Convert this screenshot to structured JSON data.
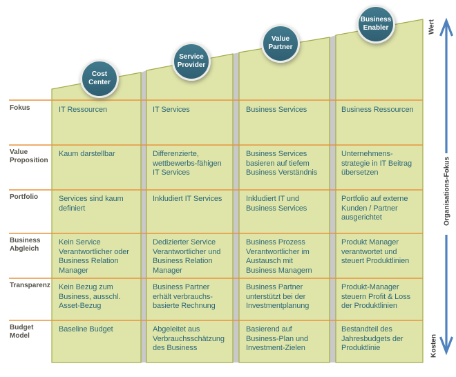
{
  "diagram": {
    "columns": [
      {
        "badge": "Cost\nCenter"
      },
      {
        "badge": "Service\nProvider"
      },
      {
        "badge": "Value\nPartner"
      },
      {
        "badge": "Business\nEnabler"
      }
    ],
    "rows": [
      {
        "label": "Fokus",
        "cells": [
          "IT Ressourcen",
          "IT Services",
          "Business Services",
          "Business Ressourcen"
        ]
      },
      {
        "label": "Value\nProposition",
        "cells": [
          "Kaum darstellbar",
          "Differenzierte, wettbewerbs-fähigen IT Services",
          "Business Services basieren auf tiefem Business Verständnis",
          "Unternehmens-strategie in IT Beitrag übersetzen"
        ]
      },
      {
        "label": "Portfolio",
        "cells": [
          "Services sind kaum definiert",
          "Inkludiert IT Services",
          "Inkludiert IT und Business Services",
          "Portfolio auf externe Kunden / Partner ausgerichtet"
        ]
      },
      {
        "label": "Business\nAbgleich",
        "cells": [
          "Kein Service Verantwortlicher oder Business Relation Manager",
          "Dedizierter Service Verantwortlicher und Business Relation Manager",
          "Business Prozess Verantwortlicher im Austausch mit Business Managern",
          "Produkt Manager verantwortet und steuert Produktlinien"
        ]
      },
      {
        "label": "Transparenz",
        "cells": [
          "Kein Bezug zum Business, ausschl. Asset-Bezug",
          "Business Partner erhält verbrauchs-basierte Rechnung",
          "Business Partner unterstützt bei der Investmentplanung",
          "Produkt-Manager steuern Profit & Loss der Produktlinien"
        ]
      },
      {
        "label": "Budget\nModel",
        "cells": [
          "Baseline Budget",
          "Abgeleitet aus Verbrauchsschätzung des Business",
          "Basierend auf Business-Plan und Investment-Zielen",
          "Bestandteil des Jahresbudgets der Produktlinie"
        ]
      }
    ],
    "axis": {
      "top": "Wert",
      "middle": "Organisations-Fokus",
      "bottom": "Kosten"
    },
    "colors": {
      "column_fill": "#dfe5a8",
      "column_border": "#a3aa48",
      "row_line": "#e8933d",
      "column_gap": "#c9c9c9",
      "badge_fill": "#38707f",
      "badge_ring": "#ebecea",
      "cell_text": "#2c6879",
      "label_text": "#54524a",
      "axis_arrow": "#4f81bd"
    }
  }
}
